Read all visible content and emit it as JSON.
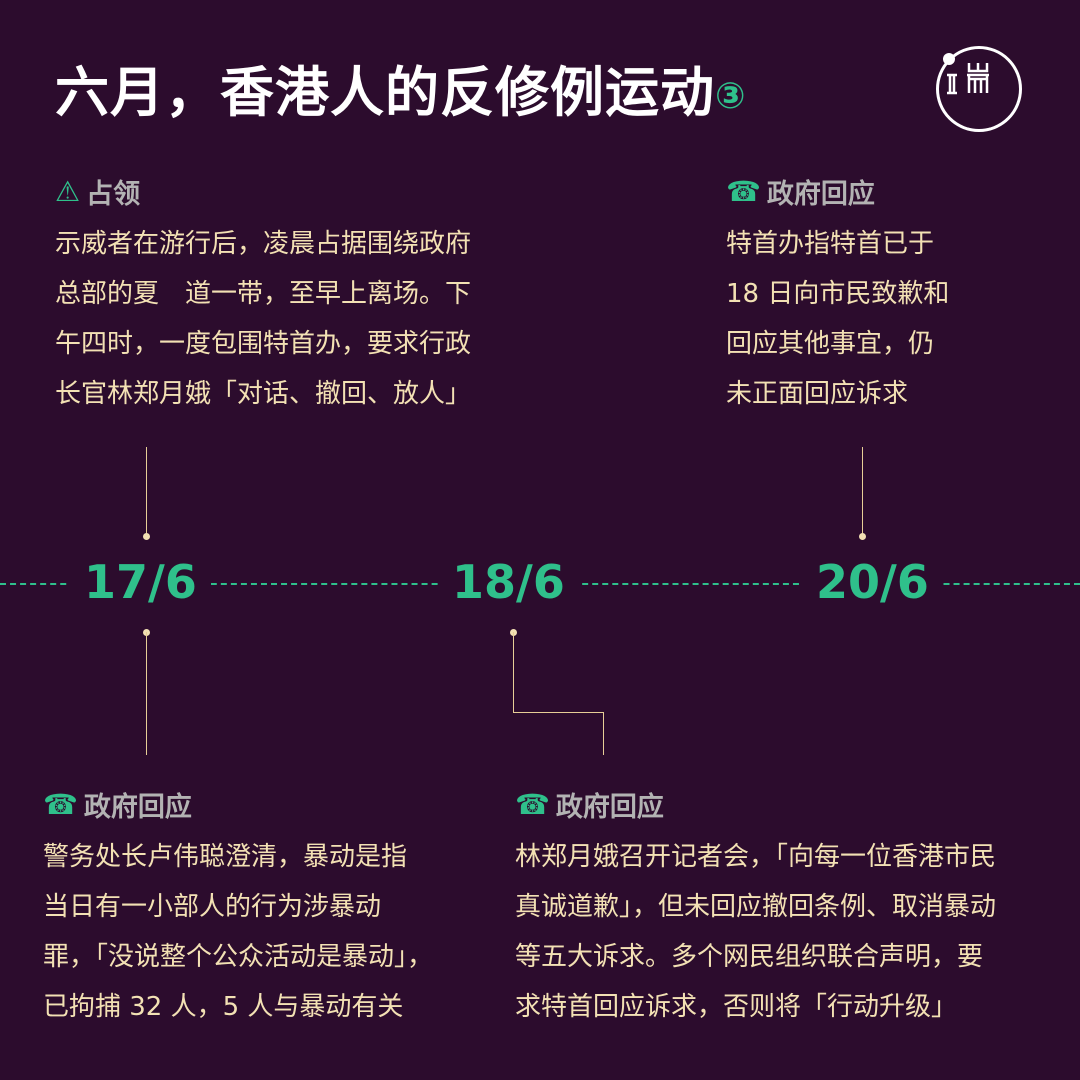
{
  "title": {
    "text": "六月，香港人的反修例运动",
    "number": "③"
  },
  "logo": {
    "text": "端"
  },
  "dates": [
    "17/6",
    "18/6",
    "20/6"
  ],
  "events": [
    {
      "icon": "warning-icon",
      "glyph": "⚠",
      "heading": "占领",
      "lines": [
        "示威者在游行后，凌晨占据围绕政府",
        "总部的夏　道一带，至早上离场。下",
        "午四时，一度包围特首办，要求行政",
        "长官林郑月娥「对话、撤回、放人」"
      ]
    },
    {
      "icon": "phone-icon",
      "glyph": "☎",
      "heading": "政府回应",
      "lines": [
        "特首办指特首已于",
        "18 日向市民致歉和",
        "回应其他事宜，仍",
        "未正面回应诉求"
      ]
    },
    {
      "icon": "phone-icon",
      "glyph": "☎",
      "heading": "政府回应",
      "lines": [
        "警务处长卢伟聪澄清，暴动是指",
        "当日有一小部人的行为涉暴动",
        "罪，「没说整个公众活动是暴动」，",
        "已拘捕 32 人，5 人与暴动有关"
      ]
    },
    {
      "icon": "phone-icon",
      "glyph": "☎",
      "heading": "政府回应",
      "lines": [
        "林郑月娥召开记者会，「向每一位香港市民",
        "真诚道歉」，但未回应撤回条例、取消暴动",
        "等五大诉求。多个网民组织联合声明，要",
        "求特首回应诉求，否则将「行动升级」"
      ]
    }
  ],
  "colors": {
    "background": "#2c0c2d",
    "accent": "#2fc08b",
    "text": "#f3e1b4",
    "heading": "#b3b3b3"
  }
}
